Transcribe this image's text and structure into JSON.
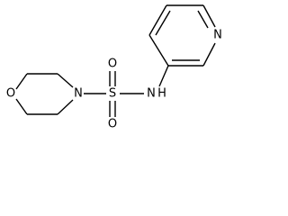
{
  "molecule": {
    "atoms": {
      "morpholine_oxygen": "O",
      "morpholine_nitrogen": "N",
      "sulfur": "S",
      "sulfonyl_oxygen_top": "O",
      "sulfonyl_oxygen_bottom": "O",
      "amide_nitrogen": "N",
      "amide_hydrogen": "H",
      "pyridine_nitrogen": "N"
    }
  }
}
